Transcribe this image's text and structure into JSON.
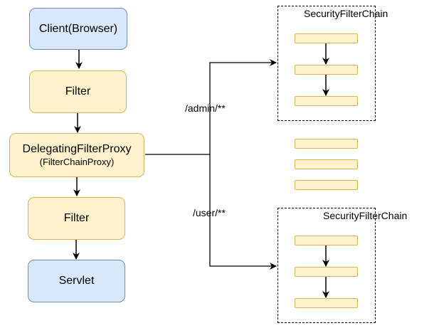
{
  "nodes": {
    "client": "Client(Browser)",
    "filter_top": "Filter",
    "proxy": "DelegatingFilterProxy",
    "proxy_sub": "(FilterChainProxy)",
    "filter_bottom": "Filter",
    "servlet": "Servlet"
  },
  "routes": {
    "admin": "/admin/**",
    "user": "/user/**"
  },
  "chains": {
    "top_title": "SecurityFilterChain",
    "bottom_title": "SecurityFilterChain"
  },
  "colors": {
    "blue_fill": "#dae8fc",
    "blue_stroke": "#6c8ebf",
    "yellow_fill": "#fff2cc",
    "yellow_stroke": "#d6b656"
  }
}
